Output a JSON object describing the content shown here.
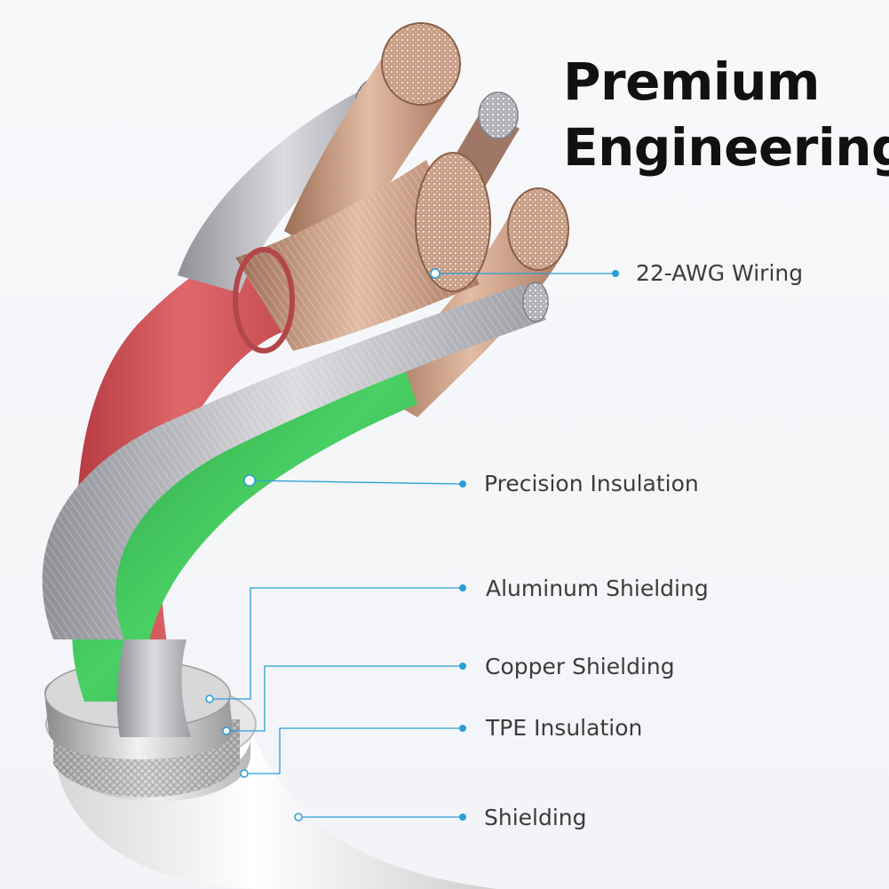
{
  "title": {
    "line1": "Premium",
    "line2": "Engineering"
  },
  "callouts": [
    {
      "id": "wiring",
      "label": "22-AWG Wiring"
    },
    {
      "id": "precision",
      "label": "Precision Insulation"
    },
    {
      "id": "aluminum",
      "label": "Aluminum Shielding"
    },
    {
      "id": "copper",
      "label": "Copper Shielding"
    },
    {
      "id": "tpe",
      "label": "TPE Insulation"
    },
    {
      "id": "shield",
      "label": "Shielding"
    }
  ],
  "colors": {
    "leader_line": "#2a9fd6",
    "red_insulation": "#d9575b",
    "green_insulation": "#3cbf55",
    "copper_wire": "#c99a7e",
    "silver_wire": "#b7b7bb",
    "outer_jacket": "#ececec"
  }
}
